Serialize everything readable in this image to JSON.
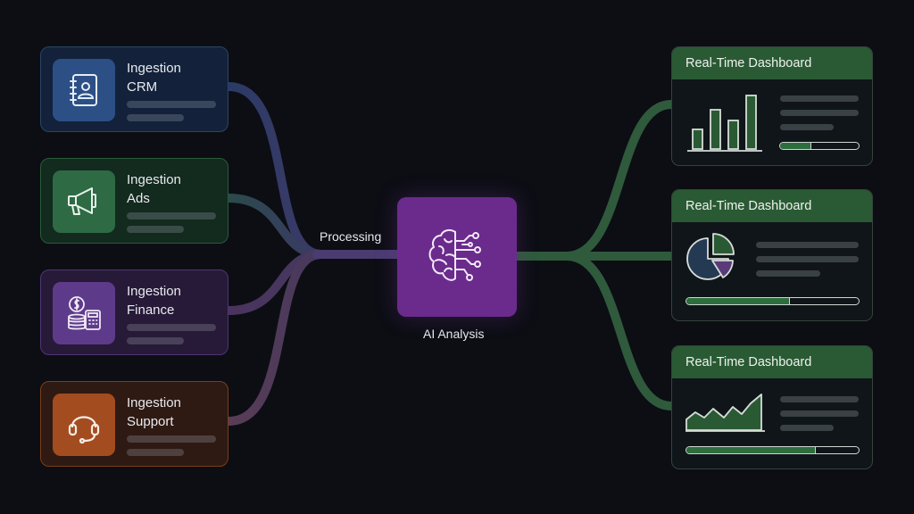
{
  "sources": [
    {
      "line1": "Ingestion",
      "line2": "CRM",
      "icon": "contact-book-icon",
      "color": "#2c4f86"
    },
    {
      "line1": "Ingestion",
      "line2": "Ads",
      "icon": "megaphone-icon",
      "color": "#2e6a44"
    },
    {
      "line1": "Ingestion",
      "line2": "Finance",
      "icon": "finance-calculator-icon",
      "color": "#5e3b8a"
    },
    {
      "line1": "Ingestion",
      "line2": "Support",
      "icon": "headset-icon",
      "color": "#a34c20"
    }
  ],
  "processing_label": "Processing",
  "ai": {
    "label": "AI Analysis",
    "icon": "brain-circuit-icon",
    "color": "#6a2b8c"
  },
  "dashboards": [
    {
      "title": "Real-Time Dashboard",
      "visual": "bar-chart-icon",
      "progress": 0.4
    },
    {
      "title": "Real-Time Dashboard",
      "visual": "pie-chart-icon",
      "progress": 0.6
    },
    {
      "title": "Real-Time Dashboard",
      "visual": "area-chart-icon",
      "progress": 0.75
    }
  ],
  "accent_colors": {
    "dashboard": "#2a5a34",
    "flow_left": "#3a3f66",
    "flow_right": "#2f5a3c"
  }
}
